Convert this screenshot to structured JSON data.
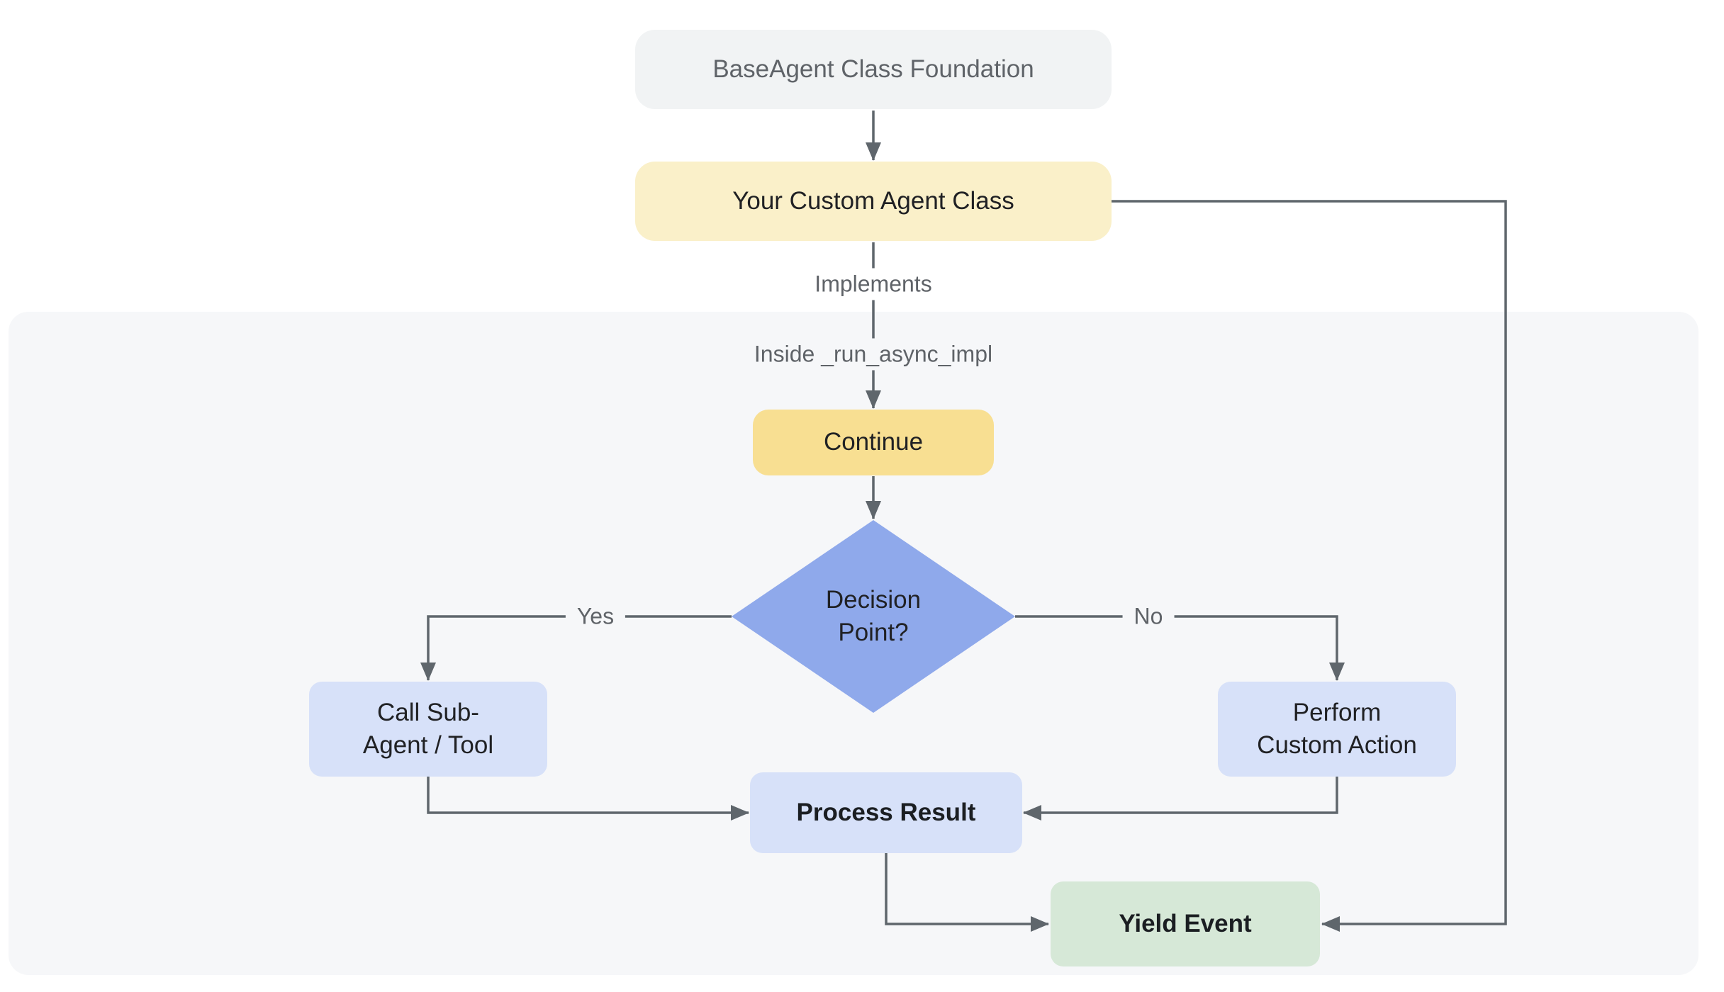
{
  "flowchart": {
    "nodes": {
      "base": {
        "label": "BaseAgent Class Foundation",
        "fill": "#F1F3F4",
        "text_color": "#5F6368"
      },
      "custom": {
        "label": "Your Custom Agent Class",
        "fill": "#FAF0C9",
        "text_color": "#202124"
      },
      "continue": {
        "label": "Continue",
        "fill": "#F8DF92",
        "text_color": "#202124"
      },
      "decision": {
        "label": "Decision\nPoint?",
        "fill": "#8FA9EB",
        "text_color": "#202124"
      },
      "call_sub": {
        "label": "Call Sub-\nAgent / Tool",
        "fill": "#D7E1F9",
        "text_color": "#202124"
      },
      "perform": {
        "label": "Perform\nCustom Action",
        "fill": "#D7E1F9",
        "text_color": "#202124"
      },
      "process": {
        "label": "Process Result",
        "fill": "#D7E1F9",
        "text_color": "#1B1E22"
      },
      "yield": {
        "label": "Yield Event",
        "fill": "#D6E8D7",
        "text_color": "#1B1E22"
      }
    },
    "edge_labels": {
      "implements": "Implements",
      "inside_impl": "Inside _run_async_impl",
      "yes": "Yes",
      "no": "No"
    },
    "colors": {
      "background": "#FFFFFF",
      "panel": "#F6F7F9",
      "connector": "#5F666C",
      "edge_label_text": "#5F6368"
    }
  }
}
